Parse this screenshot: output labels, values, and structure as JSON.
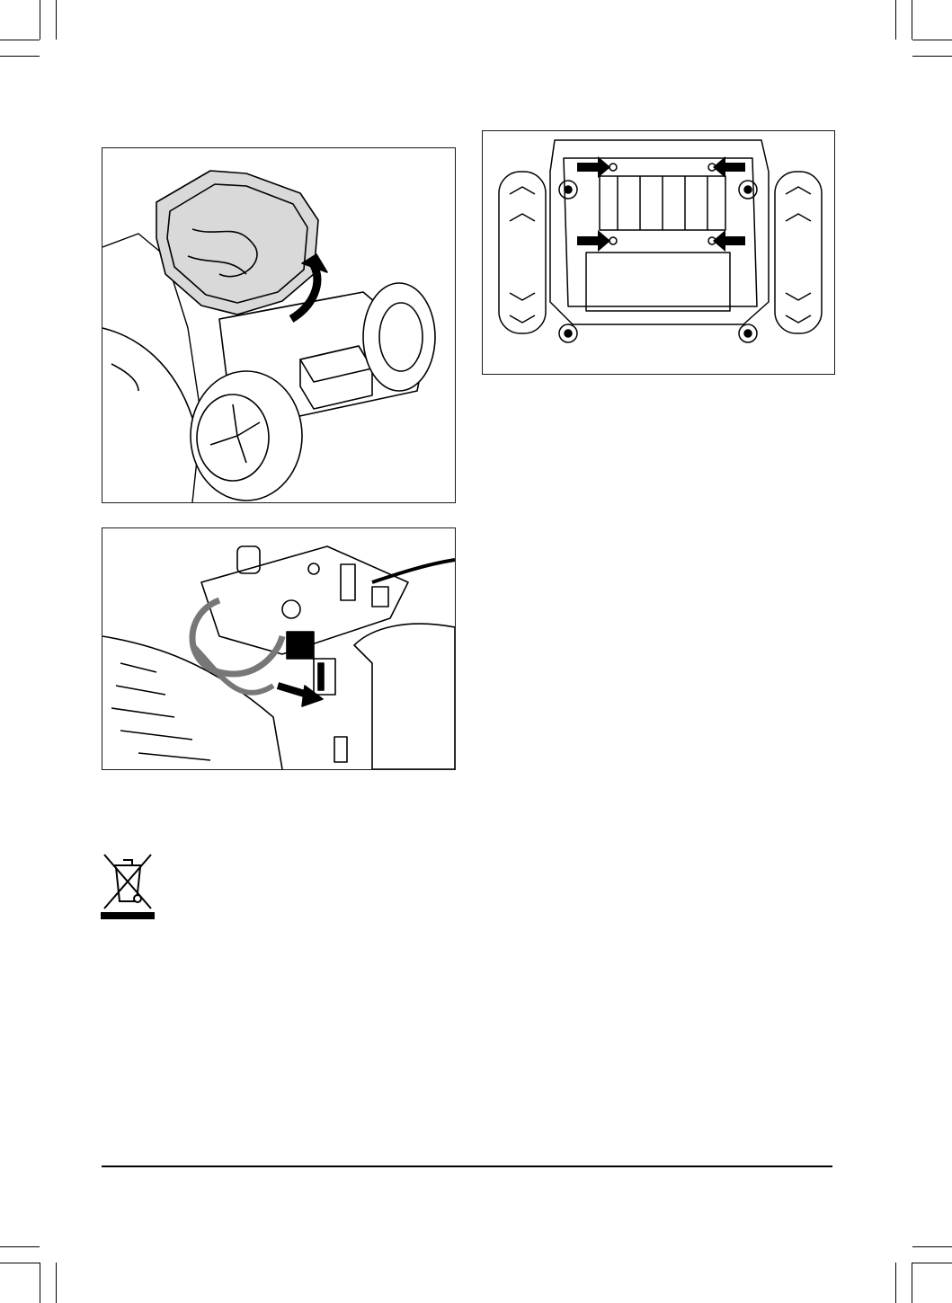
{
  "page": {
    "figures": [
      {
        "id": "lift-cover",
        "icon": "mower-chassis-lift-body-illustration"
      },
      {
        "id": "connector",
        "icon": "battery-cable-connector-illustration"
      },
      {
        "id": "underside",
        "icon": "chassis-underside-screw-arrows-illustration"
      }
    ],
    "symbols": [
      {
        "id": "weee",
        "icon": "crossed-out-wheelie-bin-icon"
      }
    ],
    "colors": {
      "ink": "#000000",
      "paper": "#ffffff",
      "panel_gray": "#d9d9d9"
    }
  }
}
